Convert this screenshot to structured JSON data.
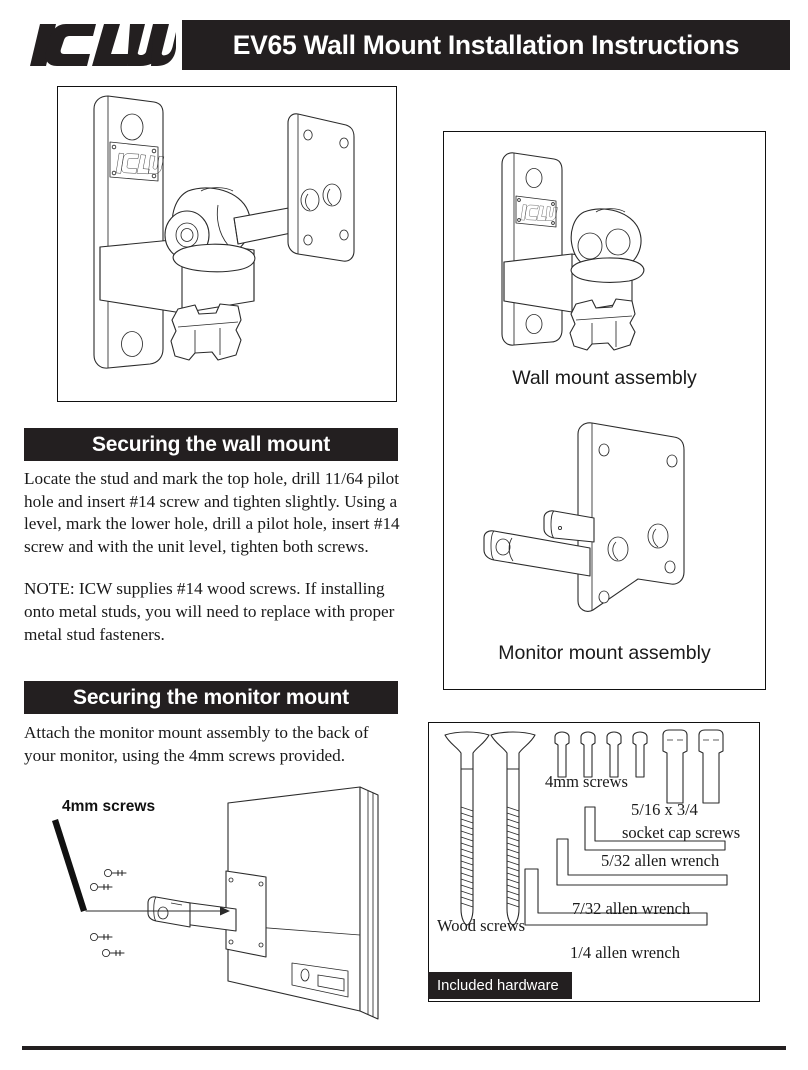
{
  "header": {
    "logo_text": "ICW",
    "title": "EV65 Wall Mount Installation Instructions"
  },
  "sections": [
    {
      "id": "wall",
      "heading": "Securing the wall mount",
      "paragraphs": [
        "Locate the stud and mark the top hole, drill 11/64 pilot hole and insert #14 screw and tighten slightly. Using a level, mark the lower hole, drill a pilot hole, insert #14 screw and with the unit level, tighten both screws.",
        "NOTE:  ICW supplies #14 wood screws. If installing onto metal studs, you will need to replace with proper metal stud fasteners."
      ]
    },
    {
      "id": "monitor",
      "heading": "Securing the monitor mount",
      "paragraphs": [
        "Attach the monitor mount assembly to the back of your monitor, using the 4mm screws provided."
      ]
    }
  ],
  "illustrations": {
    "main_exploded": {
      "name": "EV65 wall mount exploded view",
      "plate_badge_text": "ICW"
    },
    "wall_mount_assembly": {
      "caption": "Wall mount assembly",
      "plate_badge_text": "ICW"
    },
    "monitor_mount_assembly": {
      "caption": "Monitor mount assembly"
    },
    "monitor_attach": {
      "callout_label": "4mm screws"
    }
  },
  "hardware": {
    "tab_label": "Included hardware",
    "items": [
      {
        "key": "wood_screws",
        "label": "Wood screws",
        "qty": 2
      },
      {
        "key": "screws_4mm",
        "label": "4mm screws",
        "qty": 4
      },
      {
        "key": "socket_cap_line1",
        "label": "5/16 x 3/4",
        "qty": 2
      },
      {
        "key": "socket_cap_line2",
        "label": "socket cap screws",
        "qty": 2
      },
      {
        "key": "wrench_5_32",
        "label": "5/32 allen wrench",
        "qty": 1
      },
      {
        "key": "wrench_7_32",
        "label": "7/32 allen wrench",
        "qty": 1
      },
      {
        "key": "wrench_1_4",
        "label": "1/4 allen wrench",
        "qty": 1
      }
    ]
  },
  "colors": {
    "banner": "#231f20",
    "banner_text": "#ffffff",
    "body_text": "#1a1a1a",
    "line_art": "#2b2b2b",
    "page_bg": "#ffffff"
  }
}
